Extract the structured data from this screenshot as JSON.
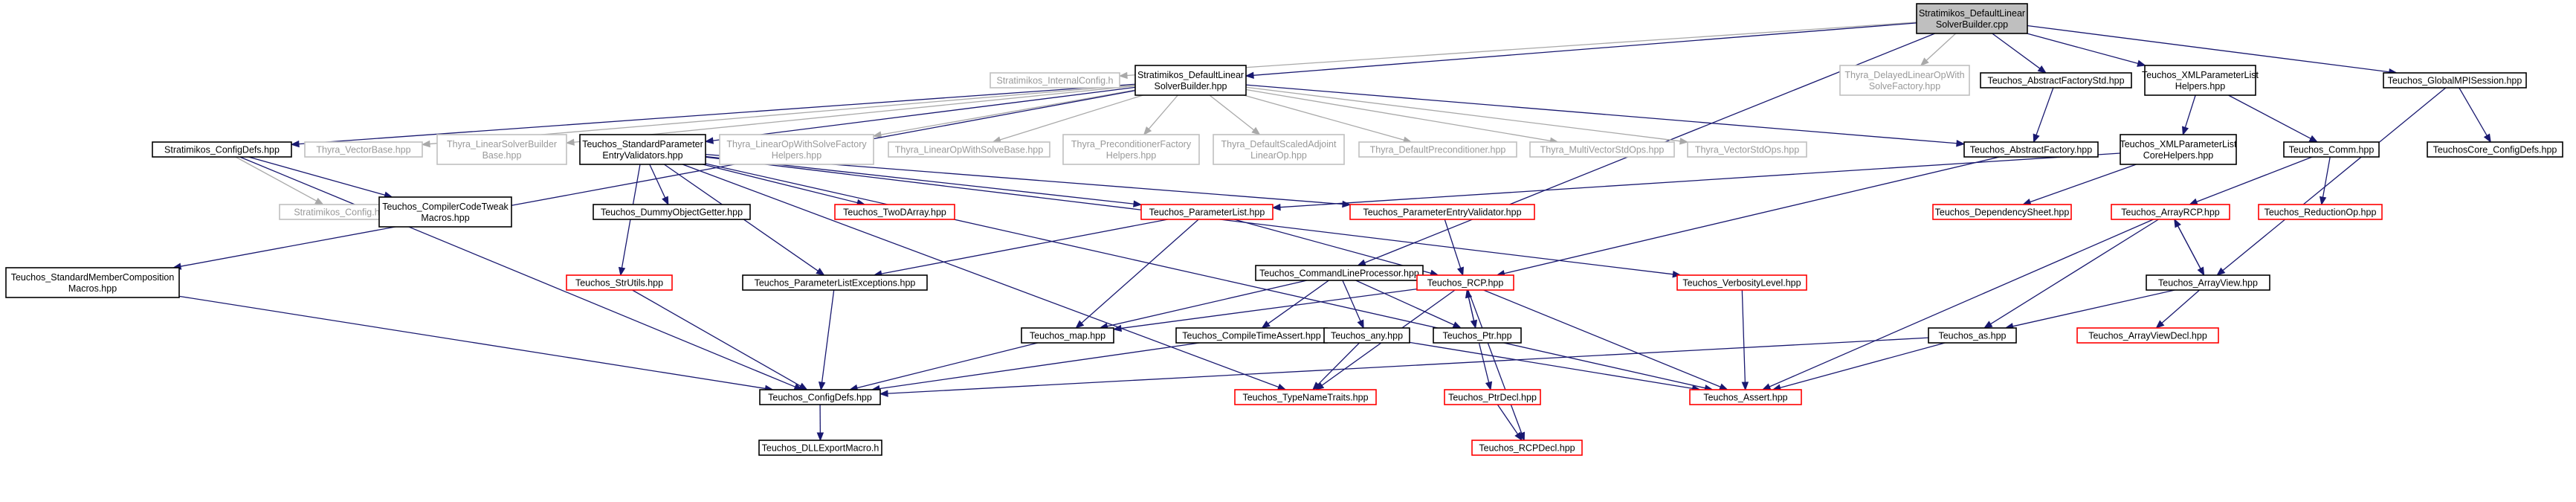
{
  "colors": {
    "edge": "#191970",
    "edge_external": "#a9a9a9",
    "text_normal": "#000000",
    "text_external": "#999999",
    "border_normal": "#000000",
    "border_missing": "#ff0000",
    "border_external": "#bfbfbf",
    "root_fill": "#bfbfbf"
  },
  "nodes": [
    {
      "id": "root",
      "kind": "root",
      "lines": [
        "Stratimikos_DefaultLinear",
        "SolverBuilder.cpp"
      ]
    },
    {
      "id": "internalconfig",
      "kind": "external",
      "lines": [
        "Stratimikos_InternalConfig.h"
      ]
    },
    {
      "id": "dslsb_hpp",
      "kind": "normal",
      "lines": [
        "Stratimikos_DefaultLinear",
        "SolverBuilder.hpp"
      ]
    },
    {
      "id": "delayed",
      "kind": "external",
      "lines": [
        "Thyra_DelayedLinearOpWith",
        "SolveFactory.hpp"
      ]
    },
    {
      "id": "abs_factory_std",
      "kind": "normal",
      "lines": [
        "Teuchos_AbstractFactoryStd.hpp"
      ]
    },
    {
      "id": "xmlpl_helpers",
      "kind": "normal",
      "lines": [
        "Teuchos_XMLParameterList",
        "Helpers.hpp"
      ]
    },
    {
      "id": "globalmpi",
      "kind": "normal",
      "lines": [
        "Teuchos_GlobalMPISession.hpp"
      ]
    },
    {
      "id": "strat_configdefs",
      "kind": "normal",
      "lines": [
        "Stratimikos_ConfigDefs.hpp"
      ]
    },
    {
      "id": "vectorbase",
      "kind": "external",
      "lines": [
        "Thyra_VectorBase.hpp"
      ]
    },
    {
      "id": "linsolverbuilder",
      "kind": "external",
      "lines": [
        "Thyra_LinearSolverBuilder",
        "Base.hpp"
      ]
    },
    {
      "id": "stdparam",
      "kind": "normal",
      "lines": [
        "Teuchos_StandardParameter",
        "EntryValidators.hpp"
      ]
    },
    {
      "id": "lows_factory",
      "kind": "external",
      "lines": [
        "Thyra_LinearOpWithSolveFactory",
        "Helpers.hpp"
      ]
    },
    {
      "id": "lows_base",
      "kind": "external",
      "lines": [
        "Thyra_LinearOpWithSolveBase.hpp"
      ]
    },
    {
      "id": "precond_factory",
      "kind": "external",
      "lines": [
        "Thyra_PreconditionerFactory",
        "Helpers.hpp"
      ]
    },
    {
      "id": "scaled_adjoint",
      "kind": "external",
      "lines": [
        "Thyra_DefaultScaledAdjoint",
        "LinearOp.hpp"
      ]
    },
    {
      "id": "default_precond",
      "kind": "external",
      "lines": [
        "Thyra_DefaultPreconditioner.hpp"
      ]
    },
    {
      "id": "multivector",
      "kind": "external",
      "lines": [
        "Thyra_MultiVectorStdOps.hpp"
      ]
    },
    {
      "id": "vectorstdops",
      "kind": "external",
      "lines": [
        "Thyra_VectorStdOps.hpp"
      ]
    },
    {
      "id": "abs_factory",
      "kind": "normal",
      "lines": [
        "Teuchos_AbstractFactory.hpp"
      ]
    },
    {
      "id": "xmlpl_core",
      "kind": "normal",
      "lines": [
        "Teuchos_XMLParameterList",
        "CoreHelpers.hpp"
      ]
    },
    {
      "id": "comm",
      "kind": "normal",
      "lines": [
        "Teuchos_Comm.hpp"
      ]
    },
    {
      "id": "core_configdefs",
      "kind": "normal",
      "lines": [
        "TeuchosCore_ConfigDefs.hpp"
      ]
    },
    {
      "id": "strat_config_h",
      "kind": "external",
      "lines": [
        "Stratimikos_Config.h"
      ]
    },
    {
      "id": "compiler_tweak",
      "kind": "normal",
      "lines": [
        "Teuchos_CompilerCodeTweak",
        "Macros.hpp"
      ]
    },
    {
      "id": "dummy_getter",
      "kind": "normal",
      "lines": [
        "Teuchos_DummyObjectGetter.hpp"
      ]
    },
    {
      "id": "twodarray",
      "kind": "missing",
      "lines": [
        "Teuchos_TwoDArray.hpp"
      ]
    },
    {
      "id": "paramlist",
      "kind": "missing",
      "lines": [
        "Teuchos_ParameterList.hpp"
      ]
    },
    {
      "id": "param_validator",
      "kind": "missing",
      "lines": [
        "Teuchos_ParameterEntryValidator.hpp"
      ]
    },
    {
      "id": "dep_sheet",
      "kind": "missing",
      "lines": [
        "Teuchos_DependencySheet.hpp"
      ]
    },
    {
      "id": "arrayrcp",
      "kind": "missing",
      "lines": [
        "Teuchos_ArrayRCP.hpp"
      ]
    },
    {
      "id": "reduction_op",
      "kind": "missing",
      "lines": [
        "Teuchos_ReductionOp.hpp"
      ]
    },
    {
      "id": "std_member",
      "kind": "normal",
      "lines": [
        "Teuchos_StandardMemberComposition",
        "Macros.hpp"
      ]
    },
    {
      "id": "strutils",
      "kind": "missing",
      "lines": [
        "Teuchos_StrUtils.hpp"
      ]
    },
    {
      "id": "pl_exceptions",
      "kind": "normal",
      "lines": [
        "Teuchos_ParameterListExceptions.hpp"
      ]
    },
    {
      "id": "cmdline",
      "kind": "normal",
      "lines": [
        "Teuchos_CommandLineProcessor.hpp"
      ]
    },
    {
      "id": "rcp",
      "kind": "missing",
      "lines": [
        "Teuchos_RCP.hpp"
      ]
    },
    {
      "id": "verbosity",
      "kind": "missing",
      "lines": [
        "Teuchos_VerbosityLevel.hpp"
      ]
    },
    {
      "id": "arrayview",
      "kind": "normal",
      "lines": [
        "Teuchos_ArrayView.hpp"
      ]
    },
    {
      "id": "map",
      "kind": "normal",
      "lines": [
        "Teuchos_map.hpp"
      ]
    },
    {
      "id": "compile_assert",
      "kind": "normal",
      "lines": [
        "Teuchos_CompileTimeAssert.hpp"
      ]
    },
    {
      "id": "any",
      "kind": "normal",
      "lines": [
        "Teuchos_any.hpp"
      ]
    },
    {
      "id": "ptr",
      "kind": "normal",
      "lines": [
        "Teuchos_Ptr.hpp"
      ]
    },
    {
      "id": "as",
      "kind": "normal",
      "lines": [
        "Teuchos_as.hpp"
      ]
    },
    {
      "id": "arrayviewdecl",
      "kind": "missing",
      "lines": [
        "Teuchos_ArrayViewDecl.hpp"
      ]
    },
    {
      "id": "configdefs",
      "kind": "normal",
      "lines": [
        "Teuchos_ConfigDefs.hpp"
      ]
    },
    {
      "id": "typenametraits",
      "kind": "missing",
      "lines": [
        "Teuchos_TypeNameTraits.hpp"
      ]
    },
    {
      "id": "ptrdecl",
      "kind": "missing",
      "lines": [
        "Teuchos_PtrDecl.hpp"
      ]
    },
    {
      "id": "assert",
      "kind": "missing",
      "lines": [
        "Teuchos_Assert.hpp"
      ]
    },
    {
      "id": "dllexport",
      "kind": "normal",
      "lines": [
        "Teuchos_DLLExportMacro.h"
      ]
    },
    {
      "id": "rcpdecl",
      "kind": "missing",
      "lines": [
        "Teuchos_RCPDecl.hpp"
      ]
    }
  ],
  "edges": [
    [
      "root",
      "internalconfig"
    ],
    [
      "root",
      "dslsb_hpp"
    ],
    [
      "root",
      "delayed"
    ],
    [
      "root",
      "abs_factory_std"
    ],
    [
      "root",
      "xmlpl_helpers"
    ],
    [
      "root",
      "globalmpi"
    ],
    [
      "root",
      "cmdline"
    ],
    [
      "dslsb_hpp",
      "strat_configdefs"
    ],
    [
      "dslsb_hpp",
      "vectorbase"
    ],
    [
      "dslsb_hpp",
      "linsolverbuilder"
    ],
    [
      "dslsb_hpp",
      "stdparam"
    ],
    [
      "dslsb_hpp",
      "lows_factory"
    ],
    [
      "dslsb_hpp",
      "lows_base"
    ],
    [
      "dslsb_hpp",
      "precond_factory"
    ],
    [
      "dslsb_hpp",
      "scaled_adjoint"
    ],
    [
      "dslsb_hpp",
      "default_precond"
    ],
    [
      "dslsb_hpp",
      "multivector"
    ],
    [
      "dslsb_hpp",
      "vectorstdops"
    ],
    [
      "dslsb_hpp",
      "abs_factory"
    ],
    [
      "dslsb_hpp",
      "std_member"
    ],
    [
      "abs_factory_std",
      "abs_factory"
    ],
    [
      "xmlpl_helpers",
      "xmlpl_core"
    ],
    [
      "xmlpl_helpers",
      "comm"
    ],
    [
      "globalmpi",
      "core_configdefs"
    ],
    [
      "globalmpi",
      "arrayview"
    ],
    [
      "strat_configdefs",
      "strat_config_h"
    ],
    [
      "strat_configdefs",
      "compiler_tweak"
    ],
    [
      "strat_configdefs",
      "configdefs"
    ],
    [
      "stdparam",
      "dummy_getter"
    ],
    [
      "stdparam",
      "twodarray"
    ],
    [
      "stdparam",
      "paramlist"
    ],
    [
      "stdparam",
      "param_validator"
    ],
    [
      "stdparam",
      "strutils"
    ],
    [
      "stdparam",
      "pl_exceptions"
    ],
    [
      "stdparam",
      "verbosity"
    ],
    [
      "stdparam",
      "typenametraits"
    ],
    [
      "stdparam",
      "assert"
    ],
    [
      "abs_factory",
      "rcp"
    ],
    [
      "xmlpl_core",
      "paramlist"
    ],
    [
      "xmlpl_core",
      "dep_sheet"
    ],
    [
      "comm",
      "arrayrcp"
    ],
    [
      "comm",
      "reduction_op"
    ],
    [
      "std_member",
      "configdefs"
    ],
    [
      "strutils",
      "configdefs"
    ],
    [
      "paramlist",
      "pl_exceptions"
    ],
    [
      "paramlist",
      "rcp"
    ],
    [
      "paramlist",
      "map"
    ],
    [
      "param_validator",
      "rcp"
    ],
    [
      "pl_exceptions",
      "configdefs"
    ],
    [
      "cmdline",
      "map"
    ],
    [
      "cmdline",
      "compile_assert"
    ],
    [
      "cmdline",
      "any"
    ],
    [
      "cmdline",
      "ptr"
    ],
    [
      "rcp",
      "ptr"
    ],
    [
      "rcp",
      "map"
    ],
    [
      "rcp",
      "typenametraits"
    ],
    [
      "rcp",
      "assert"
    ],
    [
      "rcp",
      "rcpdecl"
    ],
    [
      "ptr",
      "rcp"
    ],
    [
      "ptr",
      "ptrdecl"
    ],
    [
      "verbosity",
      "assert"
    ],
    [
      "arrayrcp",
      "arrayview"
    ],
    [
      "arrayrcp",
      "as"
    ],
    [
      "arrayrcp",
      "assert"
    ],
    [
      "arrayview",
      "arrayrcp"
    ],
    [
      "arrayview",
      "arrayviewdecl"
    ],
    [
      "arrayview",
      "as"
    ],
    [
      "map",
      "configdefs"
    ],
    [
      "compile_assert",
      "configdefs"
    ],
    [
      "any",
      "typenametraits"
    ],
    [
      "any",
      "assert"
    ],
    [
      "as",
      "configdefs"
    ],
    [
      "as",
      "assert"
    ],
    [
      "configdefs",
      "dllexport"
    ],
    [
      "ptrdecl",
      "rcpdecl"
    ]
  ]
}
